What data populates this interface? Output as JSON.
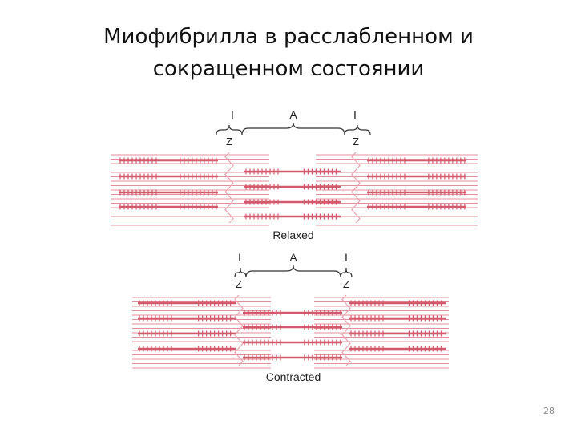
{
  "slide": {
    "title_line1": "Миофибрилла в расслабленном и",
    "title_line2": "сокращенном состоянии",
    "page_number": "28"
  },
  "diagram": {
    "relaxed": {
      "caption": "Relaxed",
      "band_i_left": "I",
      "band_a": "A",
      "band_i_right": "I",
      "z_left": "Z",
      "z_right": "Z"
    },
    "contracted": {
      "caption": "Contracted",
      "band_i_left": "I",
      "band_a": "A",
      "band_i_right": "I",
      "z_left": "Z",
      "z_right": "Z"
    },
    "colors": {
      "actin": "#e48f9c",
      "myosin": "#d25a6c",
      "z_line": "#e9a5b1",
      "text": "#222222"
    }
  }
}
